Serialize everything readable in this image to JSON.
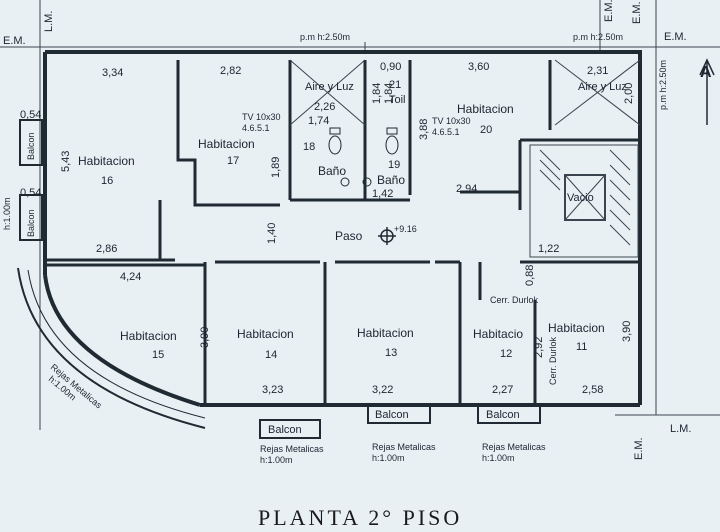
{
  "title": "PLANTA 2° PISO",
  "boundary": {
    "em": "E.M.",
    "lm": "L.M.",
    "pm_top_left": "p.m h:2.50m",
    "pm_top_right": "p.m h:2.50m",
    "pm_right": "p.m h:2.50m",
    "h_left": "h:1.00m",
    "north": "A"
  },
  "rooms": [
    {
      "id": "16",
      "label": "Habitacion",
      "num": "16"
    },
    {
      "id": "17",
      "label": "Habitacion",
      "num": "17"
    },
    {
      "id": "20",
      "label": "Habitacion",
      "num": "20"
    },
    {
      "id": "15",
      "label": "Habitacion",
      "num": "15"
    },
    {
      "id": "14",
      "label": "Habitacion",
      "num": "14"
    },
    {
      "id": "13",
      "label": "Habitacion",
      "num": "13"
    },
    {
      "id": "12",
      "label": "Habitacio",
      "num": "12"
    },
    {
      "id": "11",
      "label": "Habitacion",
      "num": "11"
    },
    {
      "id": "18",
      "label": "Baño",
      "num": "18"
    },
    {
      "id": "19",
      "label": "Baño",
      "num": "19"
    }
  ],
  "light_wells": {
    "left": "Aire y Luz",
    "left_num": "21",
    "right": "Aire y Luz"
  },
  "toil": "Toil",
  "paso": {
    "label": "Paso",
    "level": "+9.16"
  },
  "vacio": "Vacio",
  "tv": {
    "line1": "TV 10x30",
    "line2": "4.6.5.1"
  },
  "cerr": "Cerr. Durlok",
  "balcon": "Balcon",
  "rejas": {
    "line1": "Rejas Metalicas",
    "line2": "h:1.00m"
  },
  "dims": {
    "d334": "3,34",
    "d282": "2,82",
    "d090": "0,90",
    "d360": "3,60",
    "d231": "2,31",
    "d226": "2,26",
    "d174": "1,74",
    "d184a": "1,84",
    "d184b": "1,84",
    "d388": "3,88",
    "d200": "2,00",
    "d543": "5,43",
    "d054a": "0,54",
    "d054b": "0,54",
    "d189": "1,89",
    "d142": "1,42",
    "d294": "2,94",
    "d140": "1,40",
    "d286": "2,86",
    "d424": "4,24",
    "d122": "1,22",
    "d088": "0,88",
    "d390a": "3,90",
    "d390b": "3,90",
    "d292": "2,92",
    "d323": "3,23",
    "d322": "3,22",
    "d227": "2,27",
    "d258": "2,58"
  }
}
